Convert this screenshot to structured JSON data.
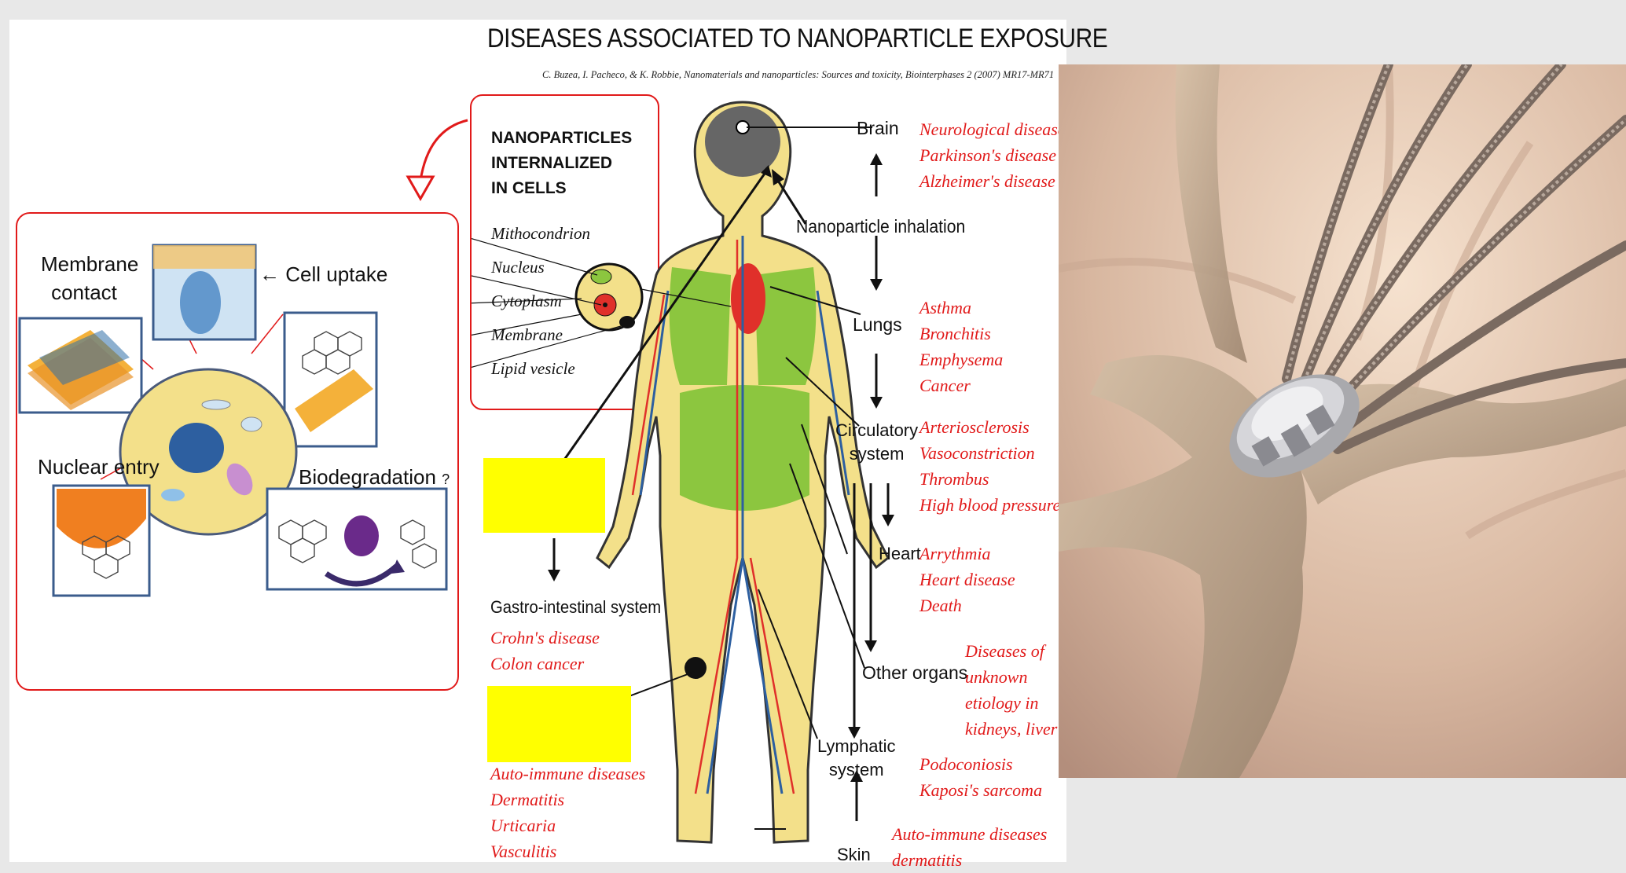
{
  "title": "DISEASES ASSOCIATED TO NANOPARTICLE EXPOSURE",
  "citation": "C. Buzea, I. Pacheco, & K. Robbie, Nanomaterials and nanoparticles: Sources and toxicity, Biointerphases 2 (2007) MR17-MR71",
  "colors": {
    "accent": "#e11a1a",
    "highlight": "#ffff00",
    "body_fill": "#f3e08a",
    "organ_green": "#8cc63f"
  },
  "cell_panel": {
    "title_lines": [
      "NANOPARTICLES",
      "INTERNALIZED",
      "IN CELLS"
    ],
    "items": [
      "Mithocondrion",
      "Nucleus",
      "Cytoplasm",
      "Membrane",
      "Lipid vesicle"
    ]
  },
  "uptake_panel": {
    "membrane_contact": [
      "Membrane",
      "contact"
    ],
    "cell_uptake": "Cell uptake",
    "nuclear_entry": "Nuclear entry",
    "biodegradation": "Biodegradation",
    "biodegradation_q": "?"
  },
  "organs": {
    "brain": "Brain",
    "inhalation": "Nanoparticle inhalation",
    "lungs": "Lungs",
    "circulatory": [
      "Circulatory",
      "system"
    ],
    "heart": "Heart",
    "other": "Other organs",
    "lymphatic": [
      "Lymphatic",
      "system"
    ],
    "skin": "Skin",
    "gi": "Gastro-intestinal system"
  },
  "diseases": {
    "brain": [
      "Neurological diseases:",
      "Parkinson's disease",
      "Alzheimer's disease"
    ],
    "lungs": [
      "Asthma",
      "Bronchitis",
      "Emphysema",
      "Cancer"
    ],
    "circulatory": [
      "Arteriosclerosis",
      "Vasoconstriction",
      "Thrombus",
      "High blood pressure"
    ],
    "heart": [
      "Arrythmia",
      "Heart disease",
      "Death"
    ],
    "other": [
      "Diseases of",
      "unknown",
      "etiology in",
      "kidneys, liver"
    ],
    "lymphatic": [
      "Podoconiosis",
      "Kaposi's sarcoma"
    ],
    "skin": [
      "Auto-immune diseases",
      "dermatitis"
    ],
    "gi": [
      "Crohn's disease",
      "Colon cancer"
    ],
    "joint": [
      "Auto-immune diseases",
      "Dermatitis",
      "Urticaria",
      "Vasculitis"
    ]
  }
}
